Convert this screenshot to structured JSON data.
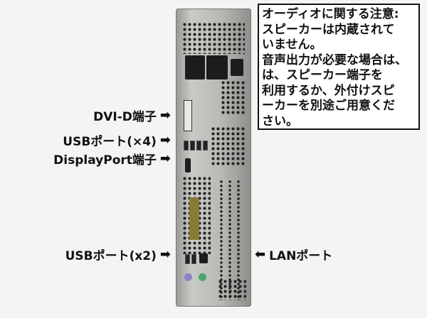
{
  "labels": {
    "dvi": "DVI-D端子",
    "usb4": "USBポート(×4)",
    "displayport": "DisplayPort端子",
    "usb2": "USBポート(x2)",
    "lan": "LANポート"
  },
  "arrows": {
    "right": "➡",
    "left": "⬅"
  },
  "notice": {
    "lines": [
      "オーディオに関する注意:",
      "スピーカーは内蔵されて",
      "いません。",
      "音声出力が必要な場合は、",
      "は、スピーカー端子を",
      "利用するか、外付けスピ",
      "ーカーを別途ご用意くだ",
      "さい。"
    ]
  }
}
